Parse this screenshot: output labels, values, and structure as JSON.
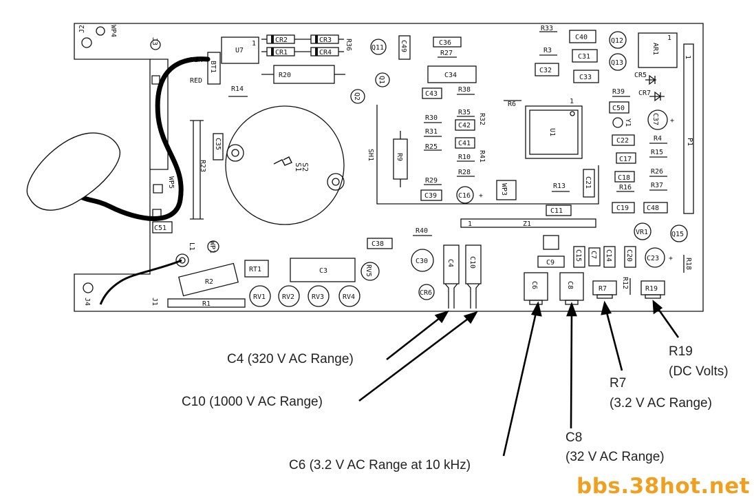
{
  "callouts": {
    "c4": "C4 (320 V AC Range)",
    "c10": "C10 (1000 V AC Range)",
    "c6": "C6 (3.2 V AC Range at 10 kHz)",
    "c8_line1": "C8",
    "c8_line2": "(32 V AC Range)",
    "r7_line1": "R7",
    "r7_line2": "(3.2 V AC Range)",
    "r19_line1": "R19",
    "r19_line2": "(DC Volts)"
  },
  "watermark": "bbs.38hot.net",
  "board_labels": {
    "j1": "J1",
    "j2": "J2",
    "j3": "J3",
    "j4": "J4",
    "wp4": "WP4",
    "wp5": "WP5",
    "wp1": "WP1",
    "wp3": "WP3",
    "blk": "BLK",
    "red": "RED",
    "bt1": "BT1",
    "u7": "U7",
    "cr1": "CR1",
    "cr2": "CR2",
    "cr3": "CR3",
    "cr4": "CR4",
    "cr5": "CR5",
    "cr6": "CR6",
    "cr7": "CR7",
    "r1": "R1",
    "r2": "R2",
    "r3": "R3",
    "r4": "R4",
    "r6": "R6",
    "r7": "R7",
    "r9": "R9",
    "r10": "R10",
    "r12": "R12",
    "r13": "R13",
    "r14": "R14",
    "r15": "R15",
    "r16": "R16",
    "r18": "R18",
    "r19": "R19",
    "r20": "R20",
    "r23": "R23",
    "r25": "R25",
    "r26": "R26",
    "r27": "R27",
    "r28": "R28",
    "r29": "R29",
    "r30": "R30",
    "r31": "R31",
    "r32": "R32",
    "r33": "R33",
    "r35": "R35",
    "r36": "R36",
    "r37": "R37",
    "r38": "R38",
    "r39": "R39",
    "r40": "R40",
    "r41": "R41",
    "c3": "C3",
    "c4": "C4",
    "c6": "C6",
    "c7": "C7",
    "c8": "C8",
    "c9": "C9",
    "c10": "C10",
    "c11": "C11",
    "c14": "C14",
    "c15": "C15",
    "c16": "C16",
    "c17": "C17",
    "c18": "C18",
    "c19": "C19",
    "c20": "C20",
    "c21": "C21",
    "c22": "C22",
    "c23": "C23",
    "c30": "C30",
    "c31": "C31",
    "c32": "C32",
    "c33": "C33",
    "c34": "C34",
    "c35": "C35",
    "c36": "C36",
    "c37": "C37",
    "c38": "C38",
    "c39": "C39",
    "c40": "C40",
    "c41": "C41",
    "c42": "C42",
    "c43": "C43",
    "c48": "C48",
    "c49": "C49",
    "c50": "C50",
    "c51": "C51",
    "q1": "Q1",
    "q2": "Q2",
    "q11": "Q11",
    "q12": "Q12",
    "q13": "Q13",
    "q15": "Q15",
    "u1": "U1",
    "ar1": "AR1",
    "y1": "Y1",
    "p1": "P1",
    "z1": "Z1",
    "sh1": "SH1",
    "l1": "L1",
    "s1": "S1",
    "s2": "S2",
    "rt1": "RT1",
    "vr1": "VR1",
    "rv1": "RV1",
    "rv2": "RV2",
    "rv3": "RV3",
    "rv4": "RV4",
    "rv5": "RV5",
    "one": "1",
    "plus": "+"
  }
}
